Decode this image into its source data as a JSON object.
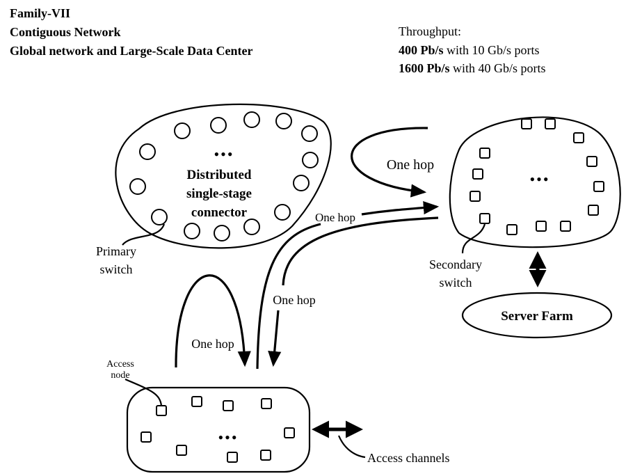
{
  "header": {
    "family": "Family-VII",
    "network": "Contiguous Network",
    "scope": "Global network and Large-Scale Data Center"
  },
  "throughput": {
    "label": "Throughput:",
    "line1_bold": "400 Pb/s",
    "line1_rest": " with 10 Gb/s ports",
    "line2_bold": "1600 Pb/s",
    "line2_rest": " with 40 Gb/s ports"
  },
  "connector": {
    "line1": "Distributed",
    "line2": "single-stage",
    "line3": "connector",
    "ellipsis": "•••"
  },
  "labels": {
    "primary_switch_1": "Primary",
    "primary_switch_2": "switch",
    "secondary_switch_1": "Secondary",
    "secondary_switch_2": "switch",
    "access_node_1": "Access",
    "access_node_2": "node",
    "access_channels": "Access channels",
    "server_farm": "Server Farm",
    "hop_top": "One hop",
    "hop_middle": "One hop",
    "hop_down": "One hop",
    "hop_loop": "One hop",
    "secondary_ellipsis": "•••",
    "access_ellipsis": "•••"
  }
}
